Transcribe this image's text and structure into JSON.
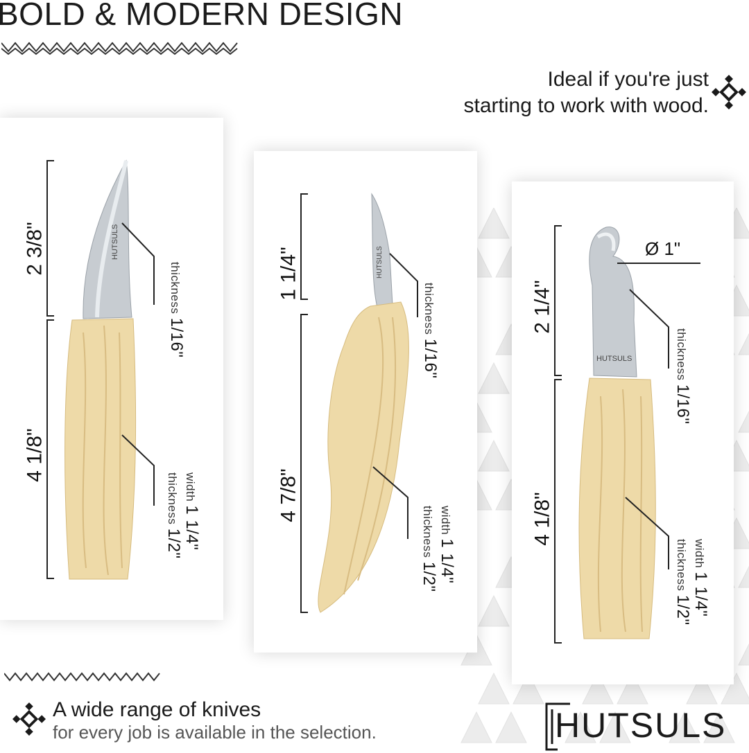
{
  "header": {
    "title": "BOLD & MODERN DESIGN",
    "tagline_line1": "Ideal if you're just",
    "tagline_line2": "starting to work with wood."
  },
  "knives": [
    {
      "blade_length": "2 3/8\"",
      "handle_length": "4 1/8\"",
      "blade_thickness_label": "thickness",
      "blade_thickness": "1/16\"",
      "handle_width_label": "width",
      "handle_width": "1 1/4\"",
      "handle_thickness_label": "thickness",
      "handle_thickness": "1/2\"",
      "blade_mark": "HUTSULS"
    },
    {
      "blade_length": "1 1/4\"",
      "handle_length": "4 7/8\"",
      "blade_thickness_label": "thickness",
      "blade_thickness": "1/16\"",
      "handle_width_label": "width",
      "handle_width": "1 1/4\"",
      "handle_thickness_label": "thickness",
      "handle_thickness": "1/2\"",
      "blade_mark": "HUTSULS"
    },
    {
      "blade_length": "2 1/4\"",
      "handle_length": "4 1/8\"",
      "diameter": "Ø 1\"",
      "blade_thickness_label": "thickness",
      "blade_thickness": "1/16\"",
      "handle_width_label": "width",
      "handle_width": "1 1/4\"",
      "handle_thickness_label": "thickness",
      "handle_thickness": "1/2\"",
      "blade_mark": "HUTSULS"
    }
  ],
  "footer": {
    "heading": "A wide range of knives",
    "subheading": "for every job is available in the selection.",
    "brand": "HUTSULS"
  },
  "colors": {
    "wood": "#eedaa8",
    "wood_grain": "#d9bf83",
    "steel": "#c9cdd1",
    "text_dark": "#1a1a1a"
  },
  "icons": [
    "zigzag-border-icon",
    "diamond-ornament-icon"
  ]
}
